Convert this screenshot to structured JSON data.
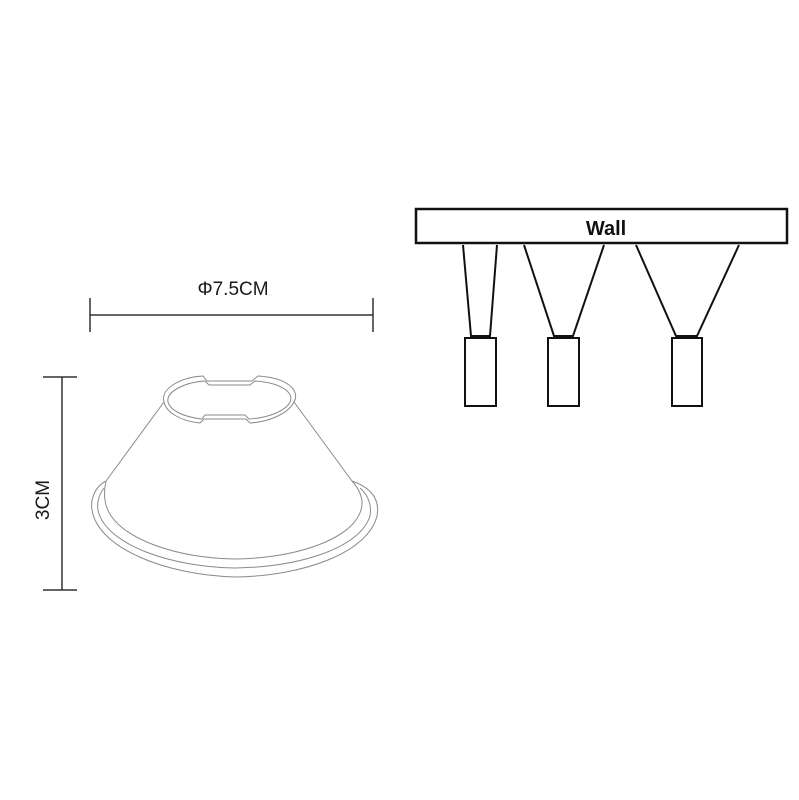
{
  "diagram": {
    "type": "product-dimension-drawing",
    "subject": "lamp shade",
    "dimensions": {
      "diameter_label": "Φ7.5CM",
      "height_label": "3CM"
    },
    "mounting_diagram": {
      "wall_label": "Wall",
      "fixtures": [
        {
          "name": "narrow-tapered-mount"
        },
        {
          "name": "medium-cone-mount"
        },
        {
          "name": "wide-cone-mount"
        }
      ]
    },
    "colors": {
      "line_dark": "#111111",
      "shade_outline": "#8a8a8a",
      "background": "#ffffff"
    }
  }
}
